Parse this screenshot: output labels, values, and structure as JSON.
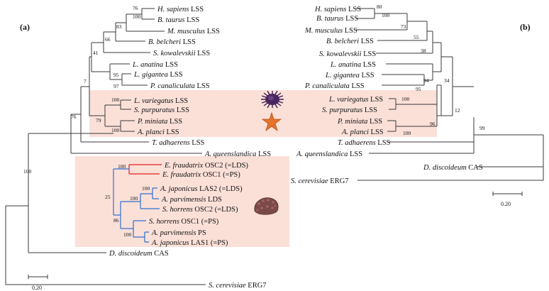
{
  "panels": {
    "a": "(a)",
    "b": "(b)"
  },
  "taxa": {
    "h_sapiens": {
      "genus": "H. sapiens",
      "gene": "LSS"
    },
    "b_taurus": {
      "genus": "B. taurus",
      "gene": "LSS"
    },
    "m_musculus": {
      "genus": "M. musculus",
      "gene": "LSS"
    },
    "b_belcheri": {
      "genus": "B. belcheri",
      "gene": "LSS"
    },
    "s_kowalevskii": {
      "genus": "S. kowalevskii",
      "gene": "LSS"
    },
    "l_anatina": {
      "genus": "L. anatina",
      "gene": "LSS"
    },
    "l_gigantea": {
      "genus": "L. gigantea",
      "gene": "LSS"
    },
    "p_canaliculata": {
      "genus": "P. canaliculata",
      "gene": "LSS"
    },
    "l_variegatus": {
      "genus": "L. variegatus",
      "gene": "LSS"
    },
    "s_purpuratus": {
      "genus": "S. purpuratus",
      "gene": "LSS"
    },
    "p_miniata": {
      "genus": "P. miniata",
      "gene": "LSS"
    },
    "a_planci": {
      "genus": "A. planci",
      "gene": "LSS"
    },
    "t_adhaerens": {
      "genus": "T. adhaerens",
      "gene": "LSS"
    },
    "a_queenslandica": {
      "genus": "A. queenslandica",
      "gene": "LSS"
    },
    "e_fraudatrix_osc2": {
      "genus": "E. fraudatrix",
      "gene": "OSC2 (=LDS)"
    },
    "e_fraudatrix_osc1": {
      "genus": "E. fraudatrix",
      "gene": "OSC1 (=PS)"
    },
    "a_japonicus_las2": {
      "genus": "A. japonicus",
      "gene": "LAS2 (=LDS)"
    },
    "a_parvimensis_lds": {
      "genus": "A. parvimensis",
      "gene": "LDS"
    },
    "s_horrens_osc2": {
      "genus": "S. horrens",
      "gene": "OSC2 (=LDS)"
    },
    "s_horrens_osc1": {
      "genus": "S. horrens",
      "gene": "OSC1 (=PS)"
    },
    "a_parvimensis_ps": {
      "genus": "A. parvimensis",
      "gene": "PS"
    },
    "a_japonicus_las1": {
      "genus": "A. japonicus",
      "gene": "LAS1 (=PS)"
    },
    "d_discoideum": {
      "genus": "D. discoideum",
      "gene": "CAS"
    },
    "s_cerevisiae": {
      "genus": "S. cerevisiae",
      "gene": "ERG7"
    }
  },
  "bootstrap_a": [
    "76",
    "100",
    "83",
    "66",
    "41",
    "95",
    "97",
    "7",
    "100",
    "79",
    "100",
    "76",
    "100",
    "100",
    "100",
    "100",
    "25",
    "86",
    "100"
  ],
  "bootstrap_b": [
    "80",
    "100",
    "73",
    "55",
    "38",
    "94",
    "95",
    "34",
    "100",
    "96",
    "100",
    "12",
    "99"
  ],
  "scale_a": "0.20",
  "scale_b": "0.20",
  "colors": {
    "highlight": "#fbe0d8",
    "red_clade": "#e02020",
    "blue_clade": "#2f6fd0",
    "branch": "#3a3a3a"
  },
  "icons": [
    "sea-urchin-icon",
    "starfish-icon",
    "sea-cucumber-icon"
  ]
}
